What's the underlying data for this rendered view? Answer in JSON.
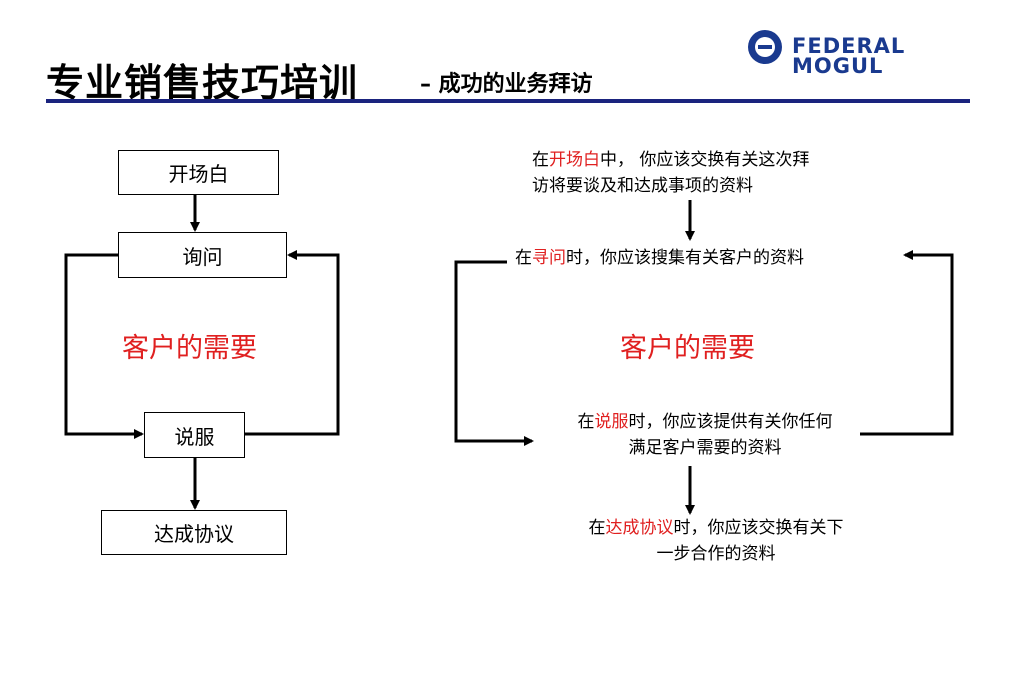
{
  "header": {
    "title": "专业销售技巧培训",
    "subtitle": "– 成功的业务拜访",
    "logo_line1": "FEDERAL",
    "logo_line2": "MOGUL"
  },
  "left_flow": {
    "box1": "开场白",
    "box2": "询问",
    "center": "客户的需要",
    "box3": "说服",
    "box4": "达成协议"
  },
  "right_flow": {
    "note1": {
      "pre": "在",
      "key": "开场白",
      "post": "中，  你应该交换有关这次拜",
      "line2": "访将要谈及和达成事项的资料"
    },
    "note2": {
      "pre": "在",
      "key": "寻问",
      "post": "时，你应该搜集有关客户的资料"
    },
    "center": "客户的需要",
    "note3": {
      "pre": "在",
      "key": "说服",
      "post": "时，你应该提供有关你任何",
      "line2": "满足客户需要的资料"
    },
    "note4": {
      "pre": "在",
      "key": "达成协议",
      "post": "时，你应该交换有关下",
      "line2": "一步合作的资料"
    }
  }
}
